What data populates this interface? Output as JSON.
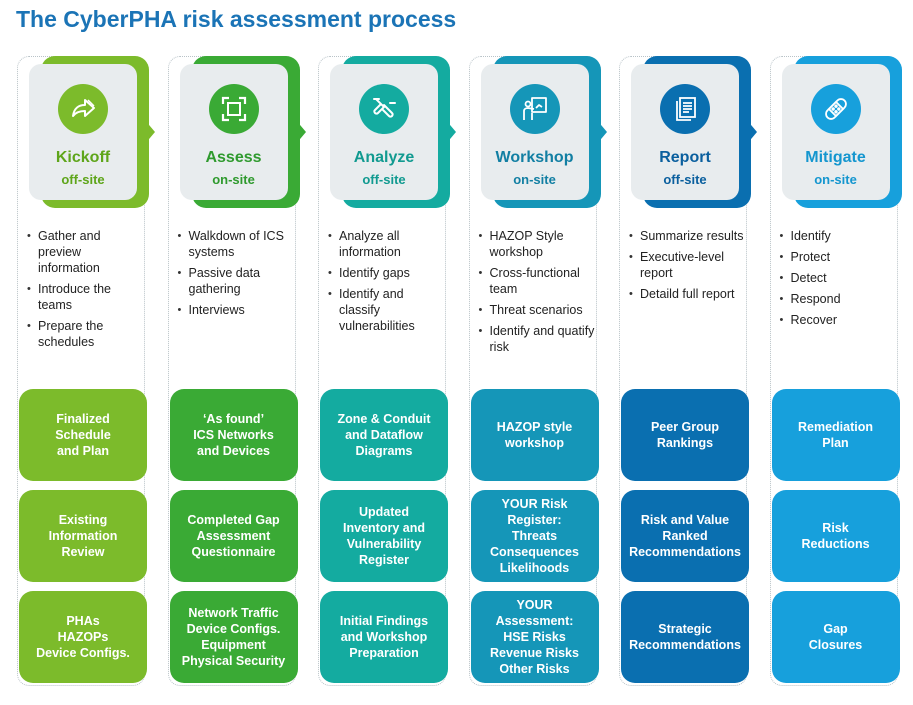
{
  "title": "The CyberPHA risk assessment process",
  "columns": [
    {
      "name": "Kickoff",
      "location": "off-site",
      "icon": "forward-arrow-icon",
      "color": "#7cbb2b",
      "back": "#7cbb2b",
      "text_color": "#5ea51a",
      "bullets": [
        "Gather and preview information",
        "Introduce the teams",
        "Prepare the schedules"
      ],
      "boxes": [
        "Finalized\nSchedule\nand Plan",
        "Existing\nInformation\nReview",
        "PHAs\nHAZOPs\nDevice Configs."
      ]
    },
    {
      "name": "Assess",
      "location": "on-site",
      "icon": "frame-focus-icon",
      "color": "#3aaa35",
      "back": "#3aaa35",
      "text_color": "#2f9a2e",
      "bullets": [
        "Walkdown of ICS systems",
        "Passive data gathering",
        "Interviews"
      ],
      "boxes": [
        "‘As found’\nICS Networks\nand Devices",
        "Completed Gap\nAssessment\nQuestionnaire",
        "Network Traffic\nDevice Configs.\nEquipment\nPhysical Security"
      ]
    },
    {
      "name": "Analyze",
      "location": "off-site",
      "icon": "test-tubes-icon",
      "color": "#14aba0",
      "back": "#14aba0",
      "text_color": "#119a90",
      "bullets": [
        "Analyze all information",
        "Identify gaps",
        "Identify and classify vulnerabilities"
      ],
      "boxes": [
        "Zone & Conduit\nand Dataflow\nDiagrams",
        "Updated\nInventory and\nVulnerability\nRegister",
        "Initial Findings\nand Workshop\nPreparation"
      ]
    },
    {
      "name": "Workshop",
      "location": "on-site",
      "icon": "presenter-board-icon",
      "color": "#1596b8",
      "back": "#1596b8",
      "text_color": "#127fa3",
      "bullets": [
        "HAZOP Style workshop",
        "Cross-functional team",
        "Threat scenarios",
        "Identify and quatify risk"
      ],
      "boxes": [
        "HAZOP style\nworkshop",
        "YOUR Risk\nRegister:\nThreats\nConsequences\nLikelihoods",
        "YOUR\nAssessment:\nHSE Risks\nRevenue Risks\nOther Risks"
      ]
    },
    {
      "name": "Report",
      "location": "off-site",
      "icon": "documents-icon",
      "color": "#0a6fb0",
      "back": "#0a6fb0",
      "text_color": "#0a5f9e",
      "bullets": [
        "Summarize results",
        "Executive-level report",
        "Detaild full report"
      ],
      "boxes": [
        "Peer Group\nRankings",
        "Risk and Value\nRanked\nRecommendations",
        "Strategic\nRecommendations"
      ]
    },
    {
      "name": "Mitigate",
      "location": "on-site",
      "icon": "bandage-icon",
      "color": "#17a0dc",
      "back": "#17a0dc",
      "text_color": "#1496cf",
      "bullets": [
        "Identify",
        "Protect",
        "Detect",
        "Respond",
        "Recover"
      ],
      "boxes": [
        "Remediation\nPlan",
        "Risk\nReductions",
        "Gap\nClosures"
      ]
    }
  ]
}
